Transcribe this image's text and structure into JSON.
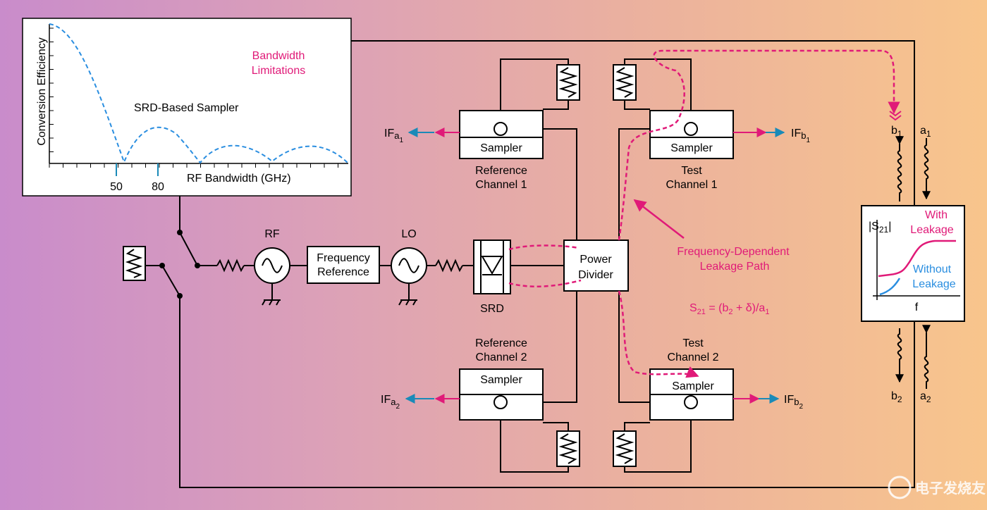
{
  "inset_chart": {
    "ylabel": "Conversion Efficiency",
    "xlabel": "RF Bandwidth (GHz)",
    "series_label": "SRD-Based Sampler",
    "annotation": "Bandwidth Limitations",
    "ticks": [
      "50",
      "80"
    ]
  },
  "source": {
    "rf_label": "RF",
    "lo_label": "LO",
    "frequency_reference": [
      "Frequency",
      "Reference"
    ],
    "srd_label": "SRD"
  },
  "power_divider": [
    "Power",
    "Divider"
  ],
  "samplers": {
    "ref1": {
      "box": "Sampler",
      "caption": [
        "Reference",
        "Channel 1"
      ],
      "if_main": "IF",
      "if_sub": "a",
      "if_subsub": "1"
    },
    "test1": {
      "box": "Sampler",
      "caption": [
        "Test",
        "Channel 1"
      ],
      "if_main": "IF",
      "if_sub": "b",
      "if_subsub": "1"
    },
    "ref2": {
      "box": "Sampler",
      "caption": [
        "Reference",
        "Channel 2"
      ],
      "if_main": "IF",
      "if_sub": "a",
      "if_subsub": "2"
    },
    "test2": {
      "box": "Sampler",
      "caption": [
        "Test",
        "Channel 2"
      ],
      "if_main": "IF",
      "if_sub": "b",
      "if_subsub": "2"
    }
  },
  "leakage": {
    "label": [
      "Frequency-Dependent",
      "Leakage Path"
    ],
    "equation": {
      "s": "S",
      "s_sub": "21",
      "mid": " = (b",
      "b_sub": "2",
      "tail": " + δ)/a",
      "a_sub": "1"
    }
  },
  "dut_panel": {
    "ylabel": "|S21|",
    "with_label": [
      "With",
      "Leakage"
    ],
    "without_label": [
      "Without",
      "Leakage"
    ],
    "xlabel": "f",
    "ports": {
      "b1": "b",
      "b1_sub": "1",
      "a1": "a",
      "a1_sub": "1",
      "b2": "b",
      "b2_sub": "2",
      "a2": "a",
      "a2_sub": "2"
    }
  },
  "watermark": "电子发烧友",
  "colors": {
    "leak_pink": "#e01a78",
    "blue": "#1a8ab8",
    "without_blue": "#2a8ee0"
  }
}
